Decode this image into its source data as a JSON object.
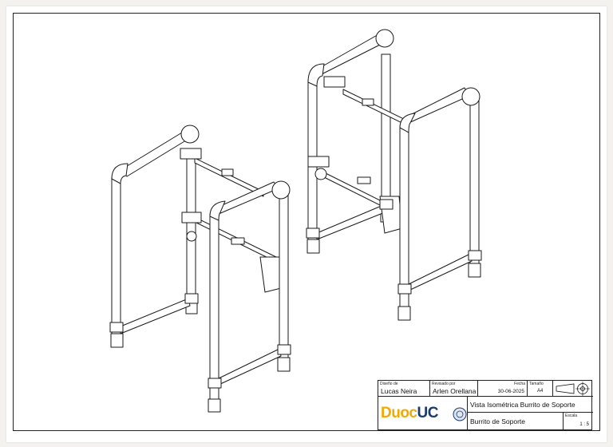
{
  "title_block": {
    "design_label": "Diseño de",
    "designer": "Lucas Neira",
    "reviewed_label": "Revisado por",
    "reviewer": "Arlen Orellana",
    "date_label": "Fecha",
    "date": "30-06-2025",
    "size_label": "Tamaño",
    "size": "A4",
    "view_title": "Vista Isométrica Burrito de Soporte",
    "part_name": "Burrito de Soporte",
    "scale_label": "Escala",
    "scale": "1 : 5",
    "logo_text_1": "Duoc",
    "logo_text_2": "UC"
  },
  "colors": {
    "line": "#1a1a1a",
    "logo_gold": "#f2a900",
    "logo_blue": "#1a3a6e"
  }
}
